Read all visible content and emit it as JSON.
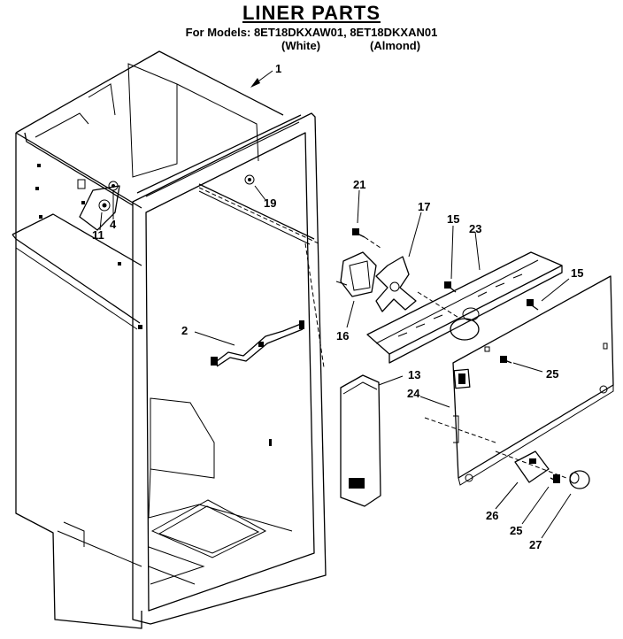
{
  "title": "LINER PARTS",
  "models_line": "For Models: 8ET18DKXAW01, 8ET18DKXAN01",
  "color_white": "(White)",
  "color_almond": "(Almond)",
  "callouts": [
    "1",
    "19",
    "11",
    "4",
    "21",
    "17",
    "15",
    "23",
    "15",
    "2",
    "16",
    "13",
    "25",
    "24",
    "26",
    "25",
    "27"
  ]
}
